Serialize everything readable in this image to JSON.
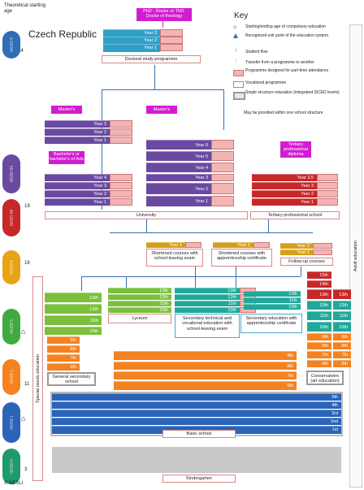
{
  "header": {
    "theoretical_age": "Theoretical starting age",
    "country": "Czech Republic"
  },
  "ages": [
    "24",
    "19",
    "18",
    "11",
    "3"
  ],
  "isced": [
    "ISCED 6",
    "ISCED 5A",
    "ISCED 5B",
    "ISCED 4",
    "ISCED 3",
    "ISCED 2",
    "ISCED 1",
    "ISCED 0"
  ],
  "key": {
    "title": "Key",
    "items": [
      "Starting/ending age of compulsory education",
      "Recognized exit point of the education system",
      "Student flow",
      "Transfer from a programme to another",
      "Programme designed for part-time attendance",
      "Vocational programme",
      "Single structure education (integrated ISCED levels)",
      "May be provided within one school structure"
    ]
  },
  "doctoral": {
    "tab": "PhD - Doctor or ThD-Doctor of theology",
    "years": [
      "Year 3",
      "Year 2",
      "Year 1"
    ],
    "label": "Doctoral study programme"
  },
  "university": {
    "masters_tab_1": "Master's",
    "masters_tab_2": "Master's",
    "bachelor_tab": "Bachelor's or bachelor's of Arts",
    "masters_years": [
      "Year 3",
      "Year 2",
      "Year 1"
    ],
    "bachelor_years": [
      "Year 4",
      "Year 3",
      "Year 2",
      "Year 1"
    ],
    "long_years": [
      "Year 6",
      "Year 5",
      "Year 4",
      "Year 3",
      "Year 2",
      "Year 1"
    ],
    "label": "University"
  },
  "tertiary": {
    "tab": "Tertiary professional diploma",
    "years": [
      "Year 3.5",
      "Year 3",
      "Year 2",
      "Year 1"
    ],
    "label": "Tertiary professional school"
  },
  "post_secondary": {
    "shortened_1": "Shortened courses with school-leaving exam",
    "shortened_2": "Shortened courses with apprenticeship certificate",
    "followup": "Follow-up courses",
    "year1": "Year 1",
    "year2": "Year 2"
  },
  "secondary": {
    "general_grades": [
      "13th",
      "12th",
      "11th",
      "10th"
    ],
    "lyceum_grades": [
      "13th",
      "12th",
      "11th",
      "10th"
    ],
    "tech_grades": [
      "13th",
      "12th",
      "11th",
      "10th"
    ],
    "appr_grades": [
      "12th",
      "11th",
      "10th"
    ],
    "lyceum": "Lyceum",
    "technical": "Secondary technical and vocational education with school-leaving exam",
    "apprenticeship": "Secondary education with apprenticeship certificate",
    "general": "General secondary school",
    "conservatoire": "Conservatoire (art education)",
    "cons_grades": [
      "15th",
      "14th",
      "13th",
      "12th",
      "11th",
      "10th",
      "9th",
      "8th",
      "7th",
      "6th"
    ]
  },
  "lower": {
    "left_grades": [
      "9th",
      "8th",
      "7th",
      "6th"
    ],
    "main_grades": [
      "9th",
      "8th",
      "7th",
      "6th"
    ],
    "primary_grades": [
      "5th",
      "4th",
      "3rd",
      "2nd",
      "1st"
    ],
    "basic_school": "Basic school",
    "kindergarten": "Kindergarten"
  },
  "side": {
    "special_needs": "Special needs education",
    "adult": "Adult education"
  },
  "footer": "© NESLI",
  "colors": {
    "doctoral": "#2fa0c8",
    "university": "#6a4aa0",
    "tertiary": "#c62828",
    "followup": "#d4a017",
    "secondary_green": "#7cbf3c",
    "teal": "#20a89a",
    "orange": "#f58220",
    "primary_blue": "#2a63b8",
    "grey": "#c8c8c8",
    "tab": "#d21cd2"
  }
}
